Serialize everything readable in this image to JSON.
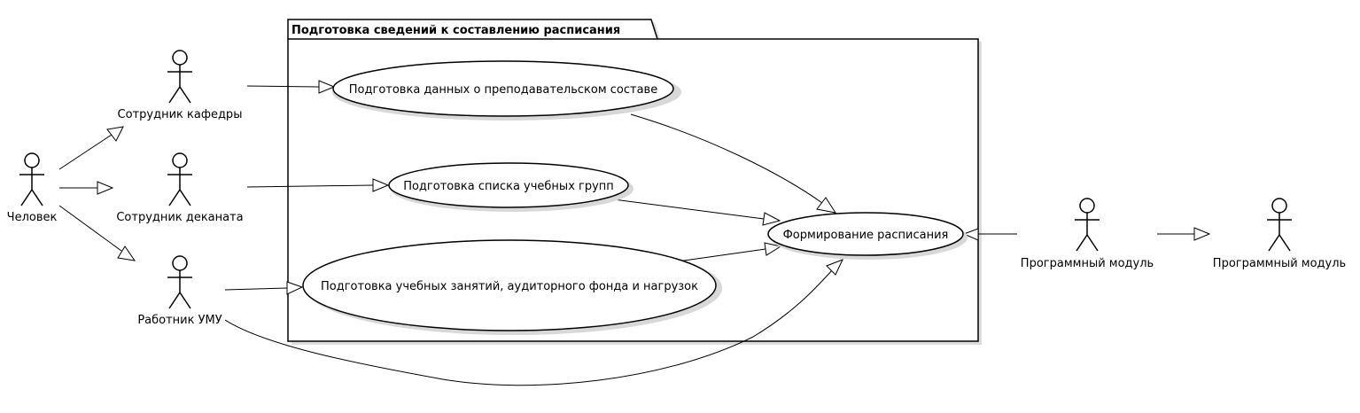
{
  "package": {
    "title": "Подготовка сведений к составлению расписания"
  },
  "actors": {
    "chelovek": "Человек",
    "kafedra": "Сотрудник кафедры",
    "dekanat": "Сотрудник деканата",
    "umu": "Работник УМУ",
    "module1": "Программный модуль",
    "module2": "Программный модуль"
  },
  "usecases": {
    "teachers": "Подготовка данных о преподавательском составе",
    "groups": "Подготовка списка учебных групп",
    "classes": "Подготовка учебных занятий, аудиторного фонда и нагрузок",
    "schedule": "Формирование расписания"
  }
}
